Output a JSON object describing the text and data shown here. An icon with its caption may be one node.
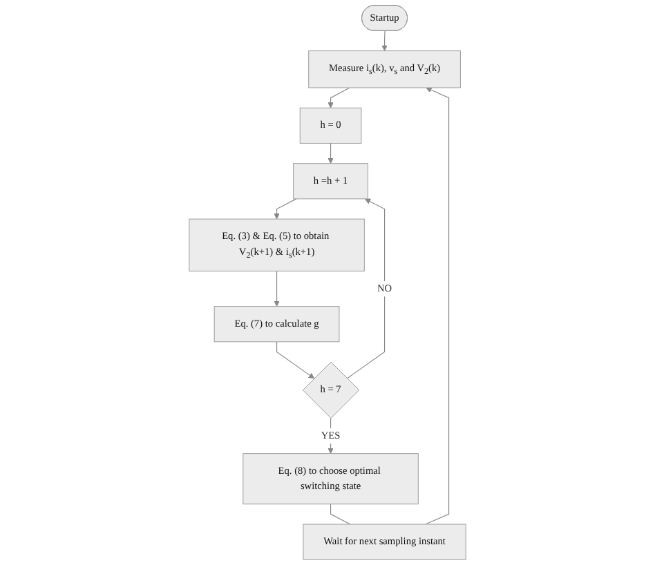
{
  "diagram": {
    "nodes": [
      {
        "text": [
          "Startup"
        ]
      },
      {
        "text": [
          "Measure i$_{s}$(k), v$_{s}$ and V$_{2}$(k)"
        ]
      },
      {
        "text": [
          "h = 0"
        ]
      },
      {
        "text": [
          "h =h + 1"
        ]
      },
      {
        "text": [
          "Eq. (3) & Eq. (5) to obtain V$_{2}$(k+1) & i$_{s}$(k+1)"
        ]
      },
      {
        "text": [
          "Eq. (7) to calculate g"
        ]
      },
      {
        "text": [
          "h = 7"
        ]
      },
      {
        "text": [
          "Eq. (8) to choose optimal switching state"
        ]
      },
      {
        "text": [
          "Wait for next sampling instant"
        ]
      }
    ],
    "edges": [
      {
        "from": 0,
        "to": 1,
        "arrow": "to"
      },
      {
        "from": 1,
        "to": 2,
        "arrow": "to"
      },
      {
        "from": 2,
        "to": 3,
        "arrow": "to"
      },
      {
        "from": 3,
        "to": 4,
        "arrow": "to"
      },
      {
        "from": 4,
        "to": 5,
        "arrow": "to"
      },
      {
        "from": 5,
        "to": 6,
        "arrow": "to"
      },
      {
        "from": 6,
        "to": 3,
        "arrow": "to",
        "label": "NO"
      },
      {
        "from": 6,
        "to": 7,
        "arrow": "to",
        "label": "YES"
      },
      {
        "from": 7,
        "to": 8,
        "arrow": "none"
      },
      {
        "from": 8,
        "to": 1,
        "arrow": "to"
      }
    ]
  }
}
